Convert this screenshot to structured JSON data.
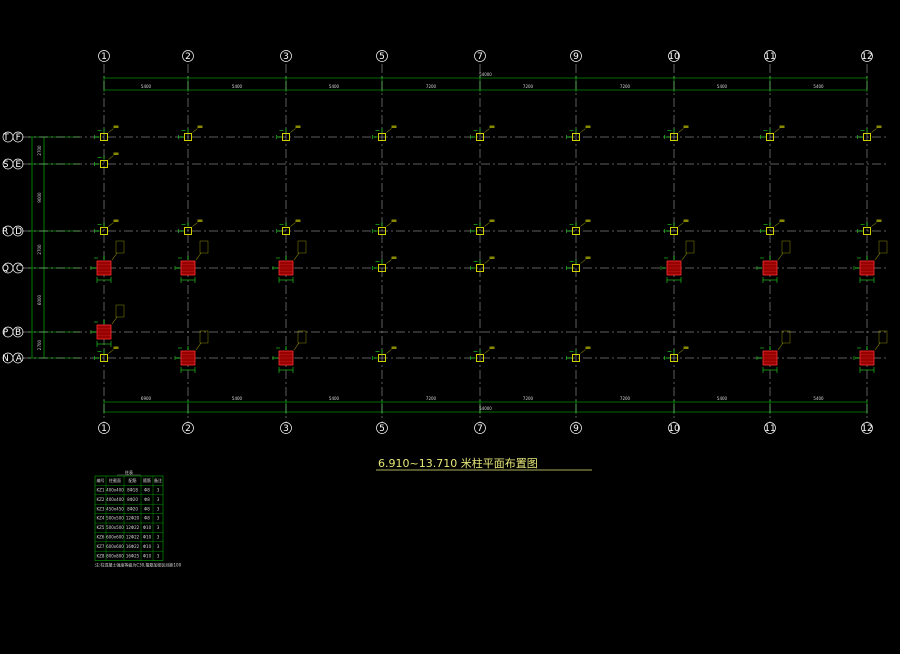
{
  "colors": {
    "background": "#000000",
    "grid_line": "#d0d0d0",
    "dimension_line": "#00d000",
    "column_small": "#e6e600",
    "column_large_fill": "#990000",
    "column_large_edge": "#ff3333",
    "rebar": "#22dd22",
    "text": "#ffffff",
    "title": "#e8e878"
  },
  "drawing": {
    "title": "6.910~13.710 米柱平面布置图",
    "x_axes": [
      "1",
      "2",
      "3",
      "5",
      "7",
      "9",
      "10",
      "11",
      "12"
    ],
    "y_axes": [
      "T F",
      "S E",
      "R D",
      "Q C",
      "P B",
      "N A"
    ],
    "top_dims": [
      "5400",
      "5400",
      "5400",
      "7200",
      "7200",
      "7200",
      "5400",
      "5400"
    ],
    "top_total": "54000",
    "bottom_dims": [
      "6900",
      "5400",
      "5400",
      "7200",
      "7200",
      "7200",
      "5400",
      "5400"
    ],
    "bottom_total": "54000",
    "left_dims": [
      "2700",
      "9000",
      "2700",
      "6000",
      "2700"
    ]
  },
  "column_table": {
    "title": "柱表",
    "rows": [
      [
        "编号",
        "柱截面",
        "配筋",
        "箍筋",
        "备注"
      ],
      [
        "KZ1",
        "400x400",
        "8Φ18",
        "Φ8",
        "3"
      ],
      [
        "KZ2",
        "400x400",
        "8Φ20",
        "Φ8",
        "3"
      ],
      [
        "KZ3",
        "450x450",
        "8Φ20",
        "Φ8",
        "3"
      ],
      [
        "KZ4",
        "500x500",
        "12Φ20",
        "Φ8",
        "3"
      ],
      [
        "KZ5",
        "500x500",
        "12Φ22",
        "Φ10",
        "3"
      ],
      [
        "KZ6",
        "600x600",
        "12Φ22",
        "Φ10",
        "3"
      ],
      [
        "KZ7",
        "600x600",
        "16Φ22",
        "Φ10",
        "3"
      ],
      [
        "KZ8",
        "800x800",
        "16Φ25",
        "Φ10",
        "3"
      ]
    ],
    "note": "注:柱混凝土强度等级为C30,箍筋加密区间距100"
  }
}
